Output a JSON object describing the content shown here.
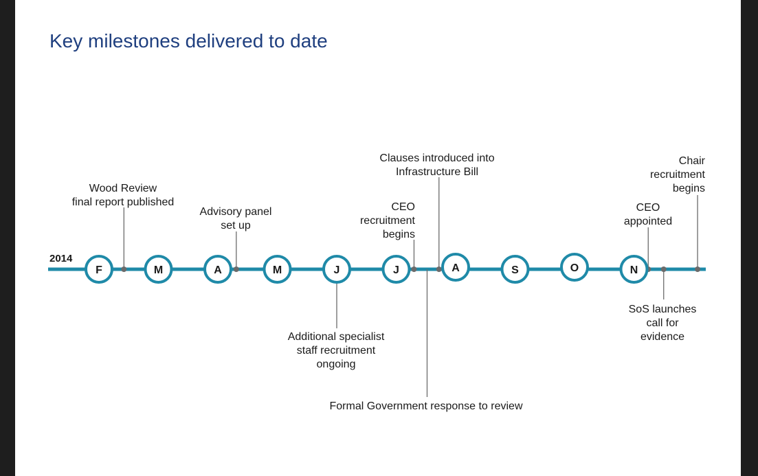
{
  "title": "Key milestones delivered to date",
  "year": "2014",
  "colors": {
    "background": "#ffffff",
    "frame": "#1e1e1e",
    "title": "#1f3f7f",
    "timeline": "#1f8aa8",
    "marker": "#6b6b6b",
    "text": "#1a1a1a"
  },
  "months": [
    "F",
    "M",
    "A",
    "M",
    "J",
    "J",
    "A",
    "S",
    "O",
    "N"
  ],
  "milestones": [
    {
      "lines": [
        "Wood Review",
        "final report published"
      ],
      "side": "above",
      "month_pos": 0.42
    },
    {
      "lines": [
        "Advisory panel",
        "set up"
      ],
      "side": "above",
      "month_pos": 2.31
    },
    {
      "lines": [
        "Additional specialist",
        "staff recruitment",
        "ongoing"
      ],
      "side": "below",
      "month_pos": 4.0
    },
    {
      "lines": [
        "CEO",
        "recruitment",
        "begins"
      ],
      "side": "above",
      "month_pos": 5.3
    },
    {
      "lines": [
        "Clauses introduced into",
        "Infrastructure Bill"
      ],
      "side": "above",
      "month_pos": 5.72
    },
    {
      "lines": [
        "Formal Government response to review"
      ],
      "side": "below",
      "month_pos": 5.52
    },
    {
      "lines": [
        "CEO",
        "appointed"
      ],
      "side": "above",
      "month_pos": 9.24
    },
    {
      "lines": [
        "SoS launches",
        "call for",
        "evidence"
      ],
      "side": "below",
      "month_pos": 9.5
    },
    {
      "lines": [
        "Chair",
        "recruitment",
        "begins"
      ],
      "side": "above",
      "month_pos": 10.07
    }
  ]
}
